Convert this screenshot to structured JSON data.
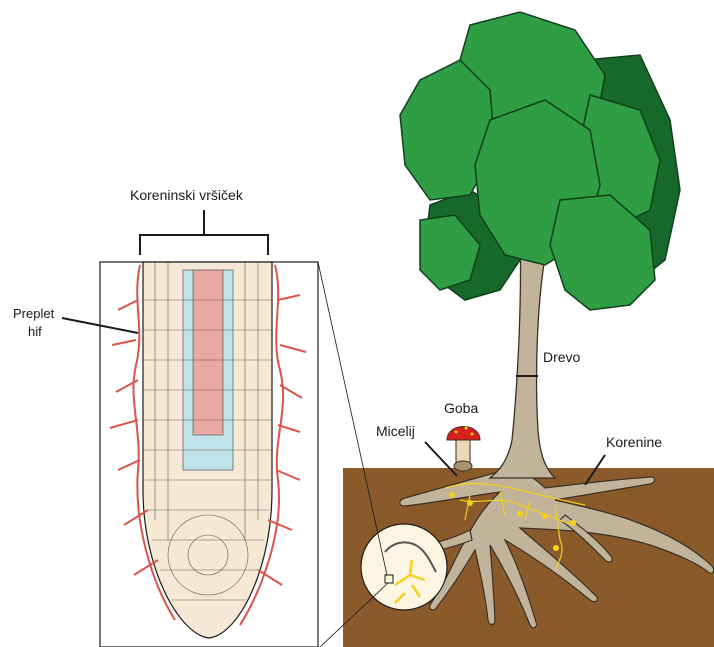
{
  "labels": {
    "root_tip": "Koreninski vršiček",
    "hyphae_net_line1": "Preplet",
    "hyphae_net_line2": "hif",
    "tree": "Drevo",
    "mushroom": "Goba",
    "mycelium": "Micelij",
    "roots": "Korenine"
  },
  "colors": {
    "soil": "#8b5a2b",
    "trunk": "#c2b49a",
    "foliage_light": "#2e9d43",
    "foliage_dark": "#17692b",
    "hyphae": "#d9544a",
    "root_cells": "#f5e9d6",
    "vascular_blue": "#bfe3ea",
    "vascular_pink": "#e9a9a0",
    "mycelium": "#f4d11a",
    "mushroom_cap": "#d9201c"
  }
}
